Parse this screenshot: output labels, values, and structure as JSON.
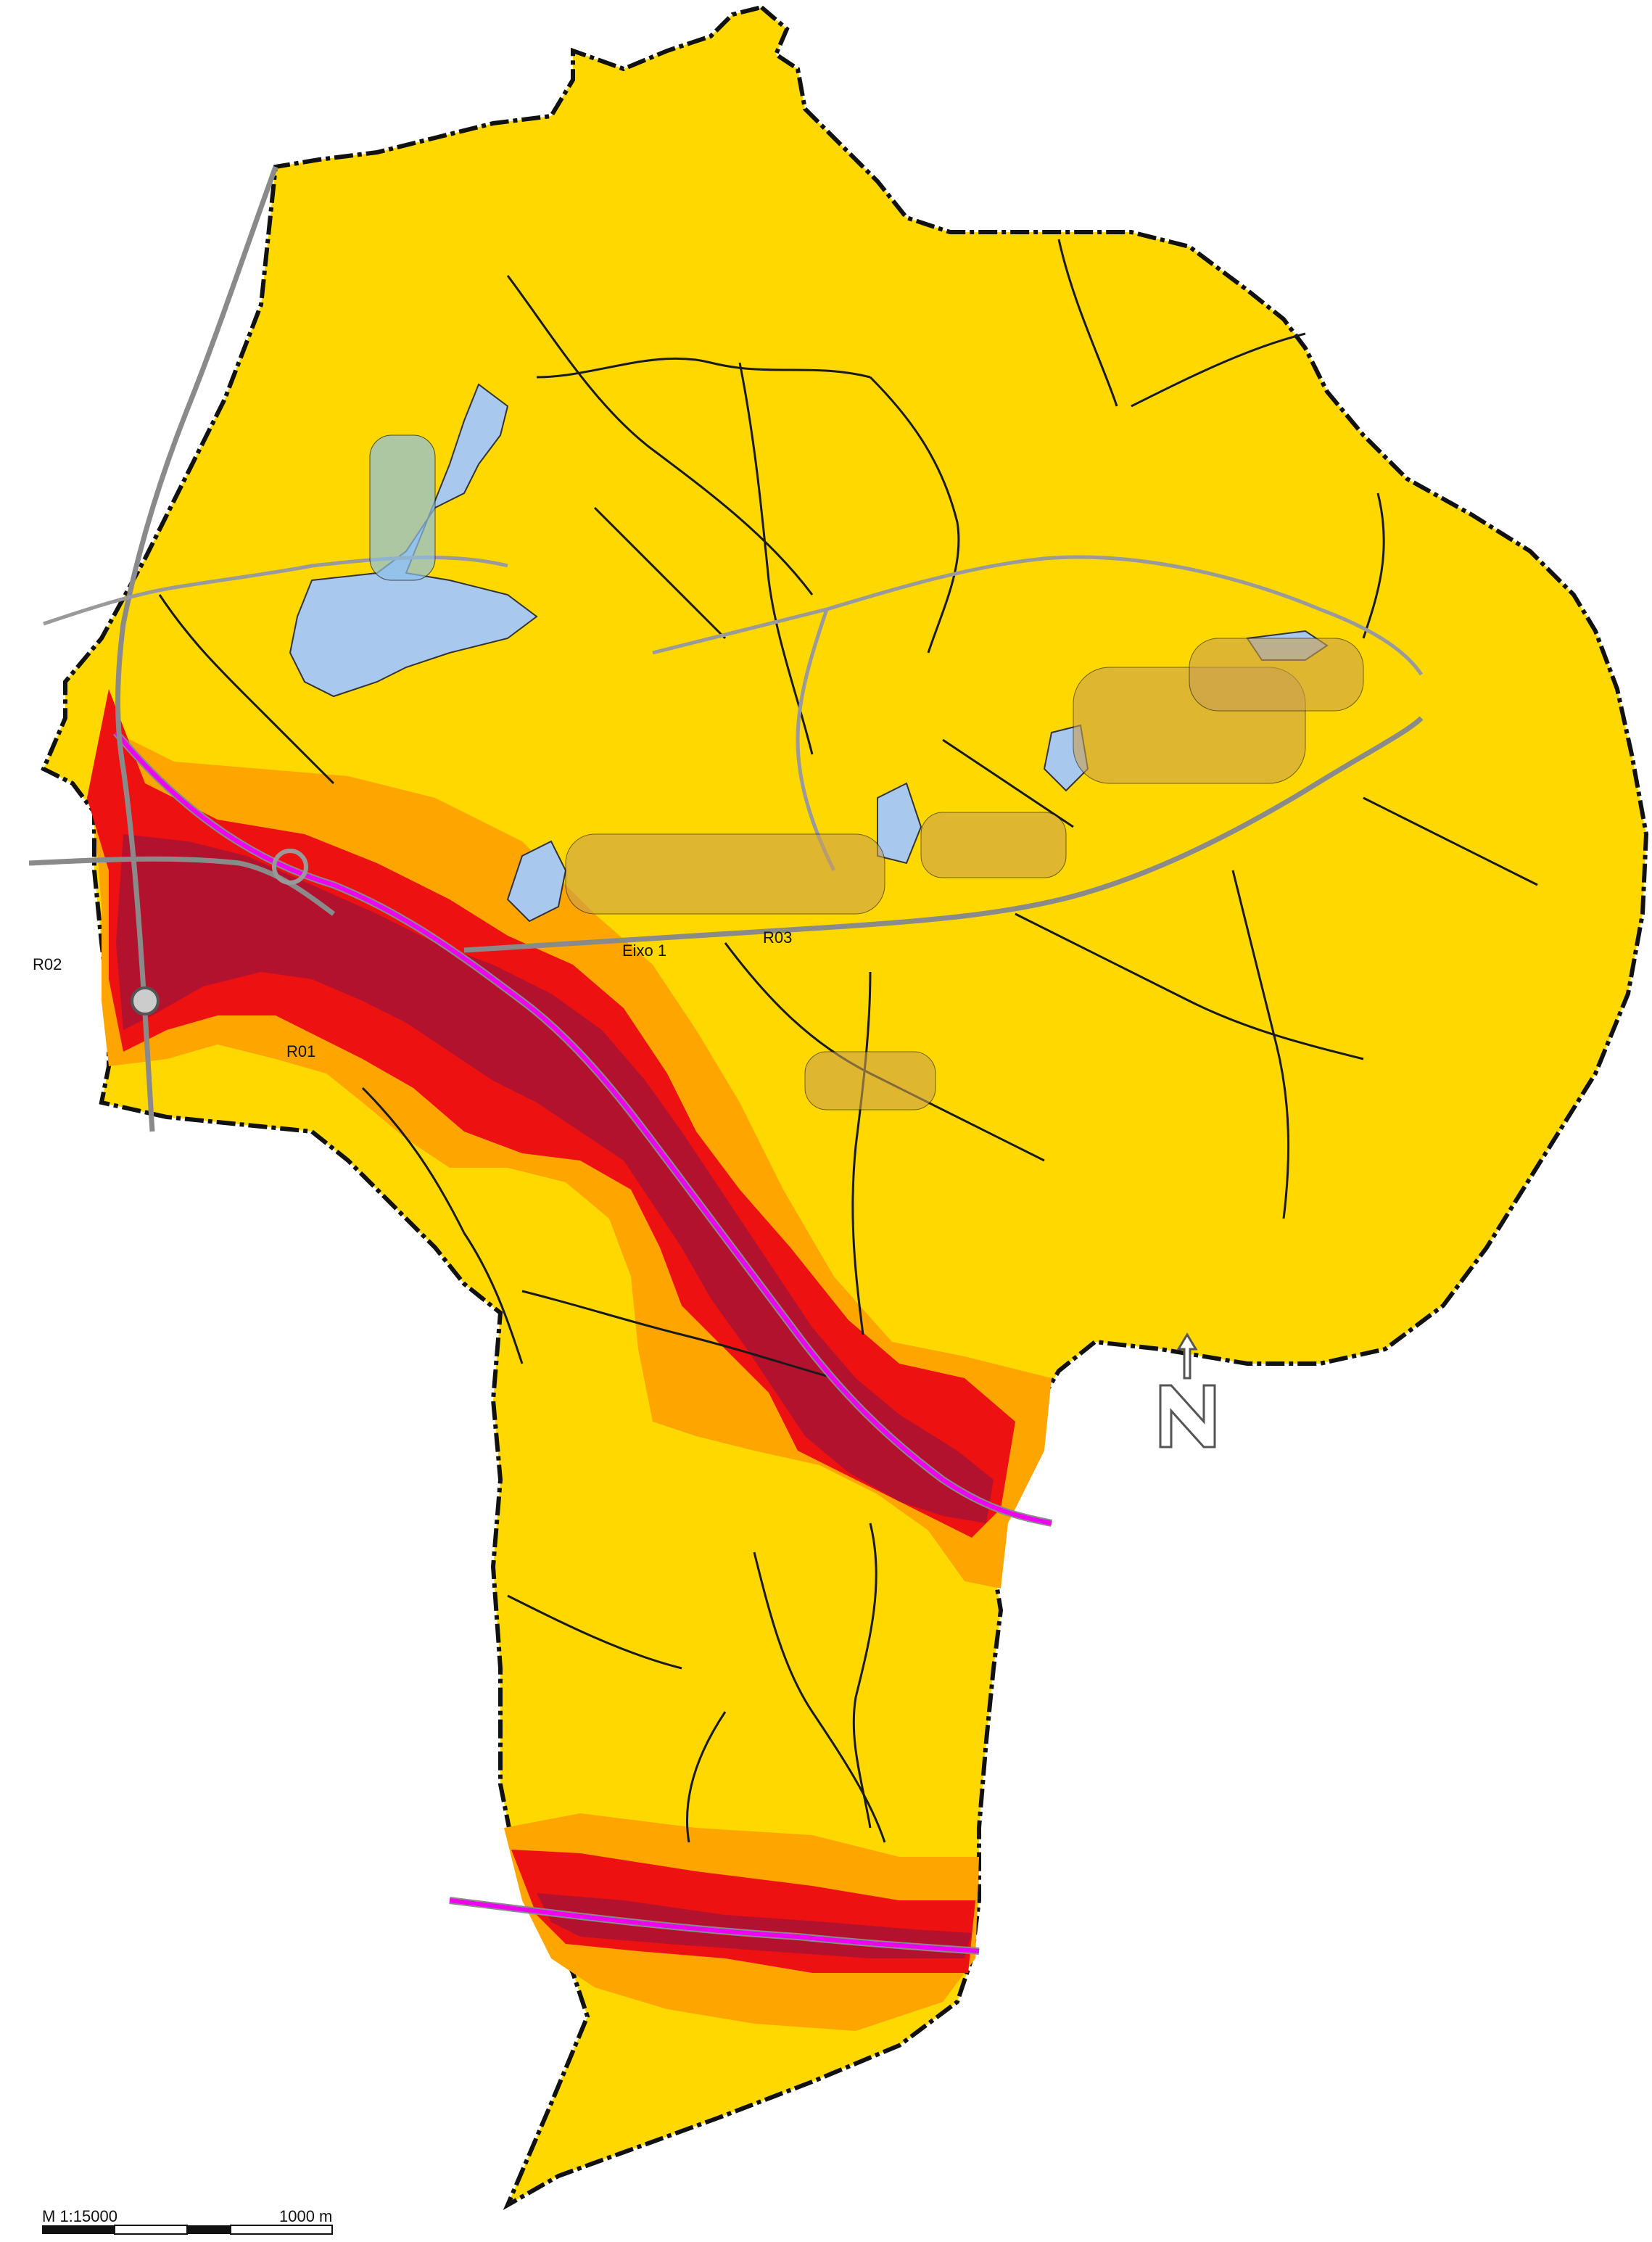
{
  "labels": {
    "r02": "R02",
    "r01": "R01",
    "r03": "R03",
    "eixo": "Eixo 1"
  },
  "scale": {
    "ratio": "M 1:15000",
    "distance": "1000 m"
  },
  "north": {
    "letter": "N"
  },
  "colors": {
    "base_zone": "#FFD800",
    "zone_orange": "#FFA500",
    "zone_red": "#EE1111",
    "zone_darkred": "#B3122E",
    "road_axis": "#F000F0",
    "water": "#A9C8EE",
    "boundary": "#111111"
  }
}
